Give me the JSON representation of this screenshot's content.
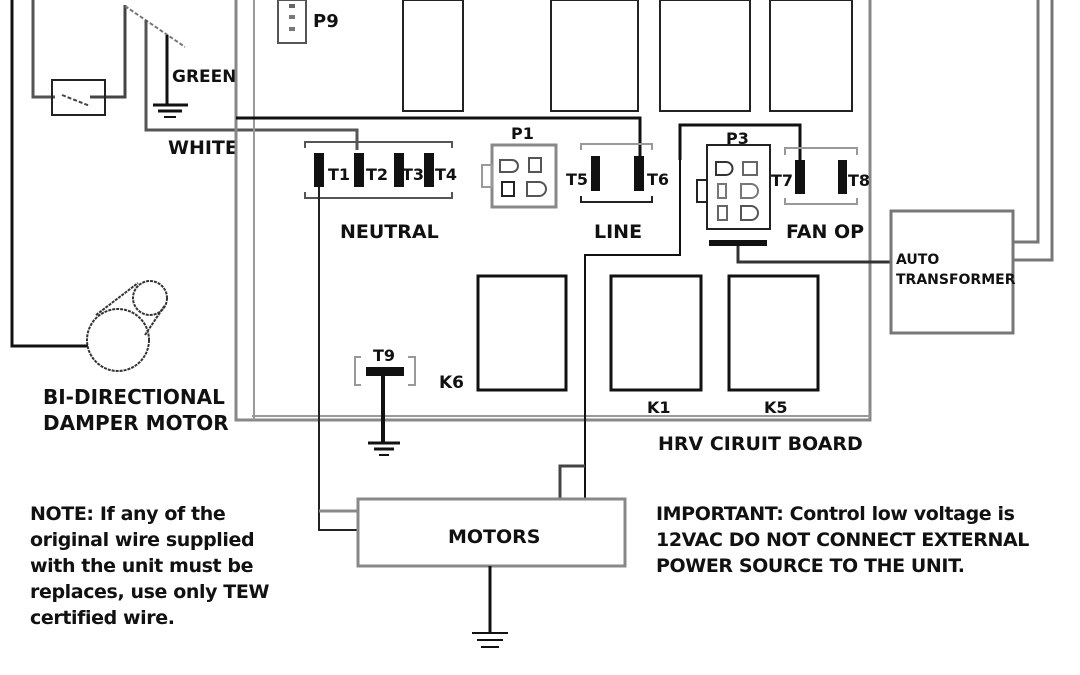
{
  "diagram": {
    "board_title": "HRV CIRUIT BOARD",
    "wires": {
      "green": "GREEN",
      "white": "WHITE"
    },
    "connectors": {
      "p9": "P9",
      "p1": "P1",
      "p3": "P3"
    },
    "terminals": {
      "t1": "T1",
      "t2": "T2",
      "t3": "T3",
      "t4": "T4",
      "t5": "T5",
      "t6": "T6",
      "t7": "T7",
      "t8": "T8",
      "t9": "T9"
    },
    "terminal_groups": {
      "neutral": "NEUTRAL",
      "line": "LINE",
      "fan_op": "FAN OP"
    },
    "relays": {
      "k1": "K1",
      "k5": "K5",
      "k6": "K6"
    },
    "components": {
      "damper_motor_line1": "BI-DIRECTIONAL",
      "damper_motor_line2": "DAMPER MOTOR",
      "auto_transformer_line1": "AUTO",
      "auto_transformer_line2": "TRANSFORMER",
      "motors": "MOTORS"
    },
    "notes": {
      "note_keyword": "NOTE",
      "note_text": ": If any of the original wire supplied with the unit must be replaces, use only TEW certified wire.",
      "important_keyword": "IMPORTANT",
      "important_text": ": Control low voltage is 12VAC DO NOT CONNECT EXTERNAL POWER SOURCE TO THE UNIT."
    },
    "colors": {
      "line_dark": "#111111",
      "line_gray": "#7a7a7a",
      "background": "#ffffff"
    }
  }
}
